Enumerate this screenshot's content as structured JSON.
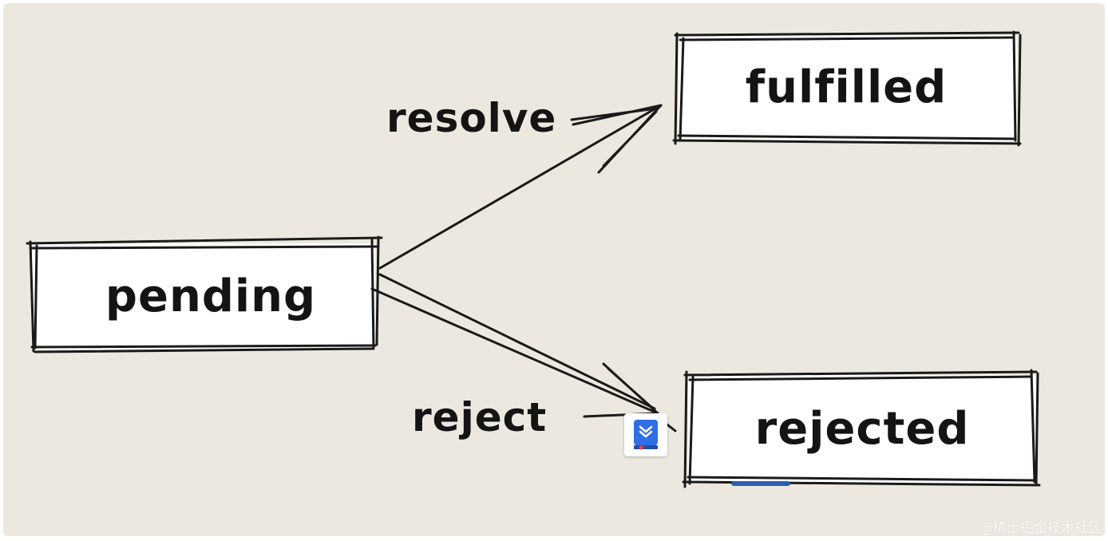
{
  "nodes": {
    "pending": "pending",
    "fulfilled": "fulfilled",
    "rejected": "rejected"
  },
  "edges": {
    "resolve": "resolve",
    "reject": "reject"
  },
  "watermark": "@稀土掘金技术社区",
  "icons": {
    "plugin": "bookmark-download-icon"
  }
}
